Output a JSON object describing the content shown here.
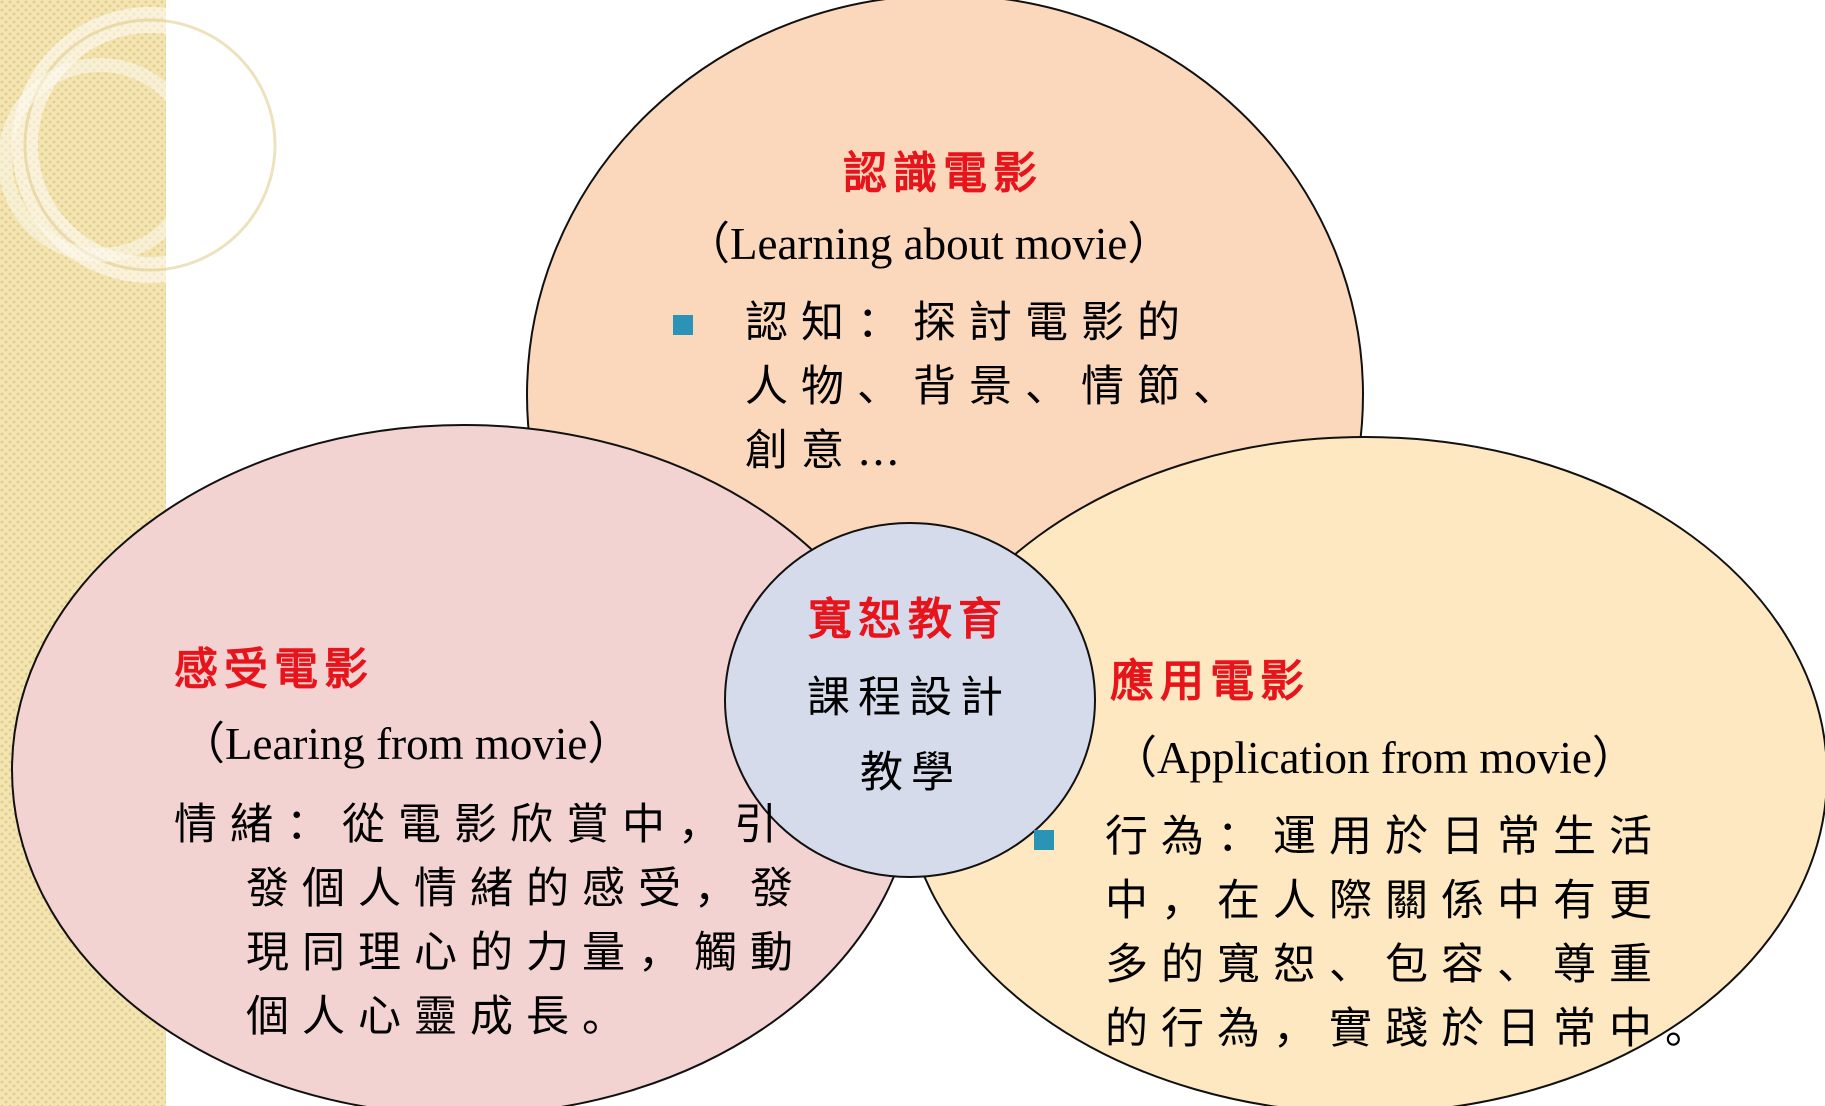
{
  "colors": {
    "top_circle": "#fbd7bb",
    "left_circle": "#f3d2d2",
    "right_circle": "#fde8c2",
    "center_circle": "#d6dbec",
    "title_red": "#e8141b",
    "bullet_teal": "#2a93b6"
  },
  "top": {
    "title": "認識電影",
    "subtitle": "（Learning about movie）",
    "lines": [
      "認知：探討電影的",
      "人物、背景、情節、",
      "創意…"
    ]
  },
  "left": {
    "title": "感受電影",
    "subtitle": "（Learing from movie）",
    "lines": [
      "情緒：從電影欣賞中，引",
      "發個人情緒的感受，發",
      "現同理心的力量，觸動",
      "個人心靈成長。"
    ]
  },
  "right": {
    "title": "應用電影",
    "subtitle": "（Application from movie）",
    "lines": [
      "行為：運用於日常生活",
      "中，在人際關係中有更",
      "多的寬恕、包容、尊重",
      "的行為，實踐於日常中。"
    ]
  },
  "center": {
    "title": "寬恕教育",
    "line1": "課程設計",
    "line2": "教學"
  }
}
